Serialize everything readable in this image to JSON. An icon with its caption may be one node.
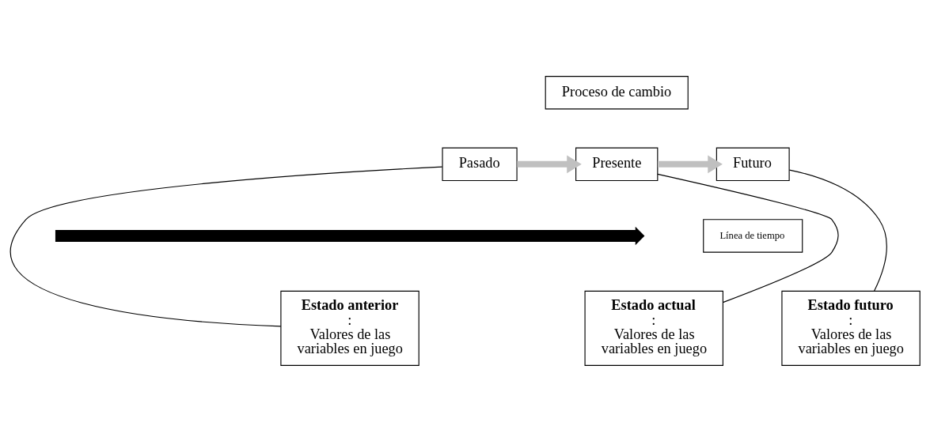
{
  "diagram": {
    "nodes": [
      {
        "text": [
          "Proceso de cambio"
        ]
      },
      {
        "text": [
          "Pasado"
        ]
      },
      {
        "text": [
          "Presente"
        ]
      },
      {
        "text": [
          "Futuro"
        ]
      },
      {
        "text": [],
        "shape": "arrow"
      },
      {
        "text": [
          "Línea de tiempo"
        ]
      },
      {
        "text": [
          "**Estado anterior :**",
          "Valores de las variables en juego"
        ]
      },
      {
        "text": [
          "**Estado actual** :",
          "Valores de las variables en juego"
        ]
      },
      {
        "text": [
          "**Estado futuro** :",
          "Valores de las variables en juego"
        ]
      }
    ],
    "edges": [
      {
        "from": 1,
        "to": 2,
        "arrow": "to",
        "style": "thick",
        "color": "#c0c0c0"
      },
      {
        "from": 2,
        "to": 3,
        "arrow": "to",
        "style": "thick",
        "color": "#c0c0c0"
      },
      {
        "from": 1,
        "to": 6,
        "arrow": "none"
      },
      {
        "from": 2,
        "to": 7,
        "arrow": "none"
      },
      {
        "from": 3,
        "to": 8,
        "arrow": "none"
      }
    ]
  }
}
